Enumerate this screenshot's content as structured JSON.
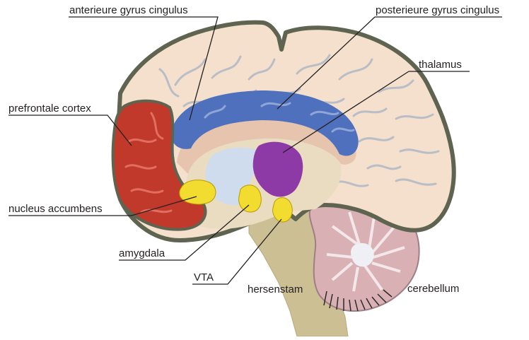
{
  "labels": {
    "anterior_cingulate": "anterieure gyrus cingulus",
    "posterior_cingulate": "posterieure gyrus cingulus",
    "thalamus": "thalamus",
    "prefrontal_cortex": "prefrontale cortex",
    "nucleus_accumbens": "nucleus accumbens",
    "amygdala": "amygdala",
    "vta": "VTA",
    "brainstem": "hersenstam",
    "cerebellum": "cerebellum"
  },
  "colors": {
    "cortex": "#f4e0cc",
    "cortex_outline": "#5e6450",
    "cingulate": "#4f71bd",
    "prefrontal": "#c0392b",
    "thalamus": "#8e3aa6",
    "yellow_structures": "#f2dc2f",
    "brainstem": "#cdbf94",
    "cerebellum": "#d9b1b5",
    "label_line": "#231f20"
  }
}
